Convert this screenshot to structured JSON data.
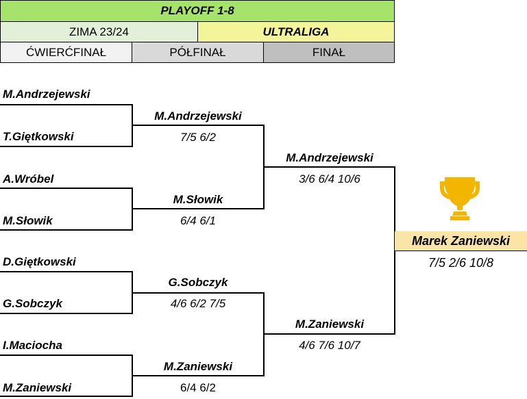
{
  "header": {
    "title": "PLAYOFF 1-8",
    "season": "ZIMA 23/24",
    "league": "ULTRALIGA",
    "rounds": [
      "ĆWIERĆFINAŁ",
      "PÓŁFINAŁ",
      "FINAŁ"
    ]
  },
  "quarterfinals": [
    {
      "p1": "M.Andrzejewski",
      "p2": "T.Giętkowski"
    },
    {
      "p1": "A.Wróbel",
      "p2": "M.Słowik"
    },
    {
      "p1": "D.Giętkowski",
      "p2": "G.Sobczyk"
    },
    {
      "p1": "I.Maciocha",
      "p2": "M.Zaniewski"
    }
  ],
  "semifinal_entries": [
    {
      "winner": "M.Andrzejewski",
      "score": "7/5 6/2"
    },
    {
      "winner": "M.Słowik",
      "score": "6/4 6/1"
    },
    {
      "winner": "G.Sobczyk",
      "score": "4/6 6/2 7/5"
    },
    {
      "winner": "M.Zaniewski",
      "score": "6/4 6/2"
    }
  ],
  "final_entries": [
    {
      "winner": "M.Andrzejewski",
      "score": "3/6 6/4 10/6"
    },
    {
      "winner": "M.Zaniewski",
      "score": "4/6 7/6 10/7"
    }
  ],
  "champion": {
    "name": "Marek Zaniewski",
    "score": "7/5 2/6 10/8"
  },
  "icons": {
    "trophy": "trophy-icon"
  },
  "colors": {
    "title_bg": "#a6e36a",
    "season_bg": "#e2efd9",
    "league_bg": "#f4f59a",
    "round1_bg": "#f2f2f2",
    "round2_bg": "#d9d9d9",
    "round3_bg": "#bfbfbf",
    "champion_bg": "#fbe5a6",
    "trophy": "#f2b600"
  }
}
